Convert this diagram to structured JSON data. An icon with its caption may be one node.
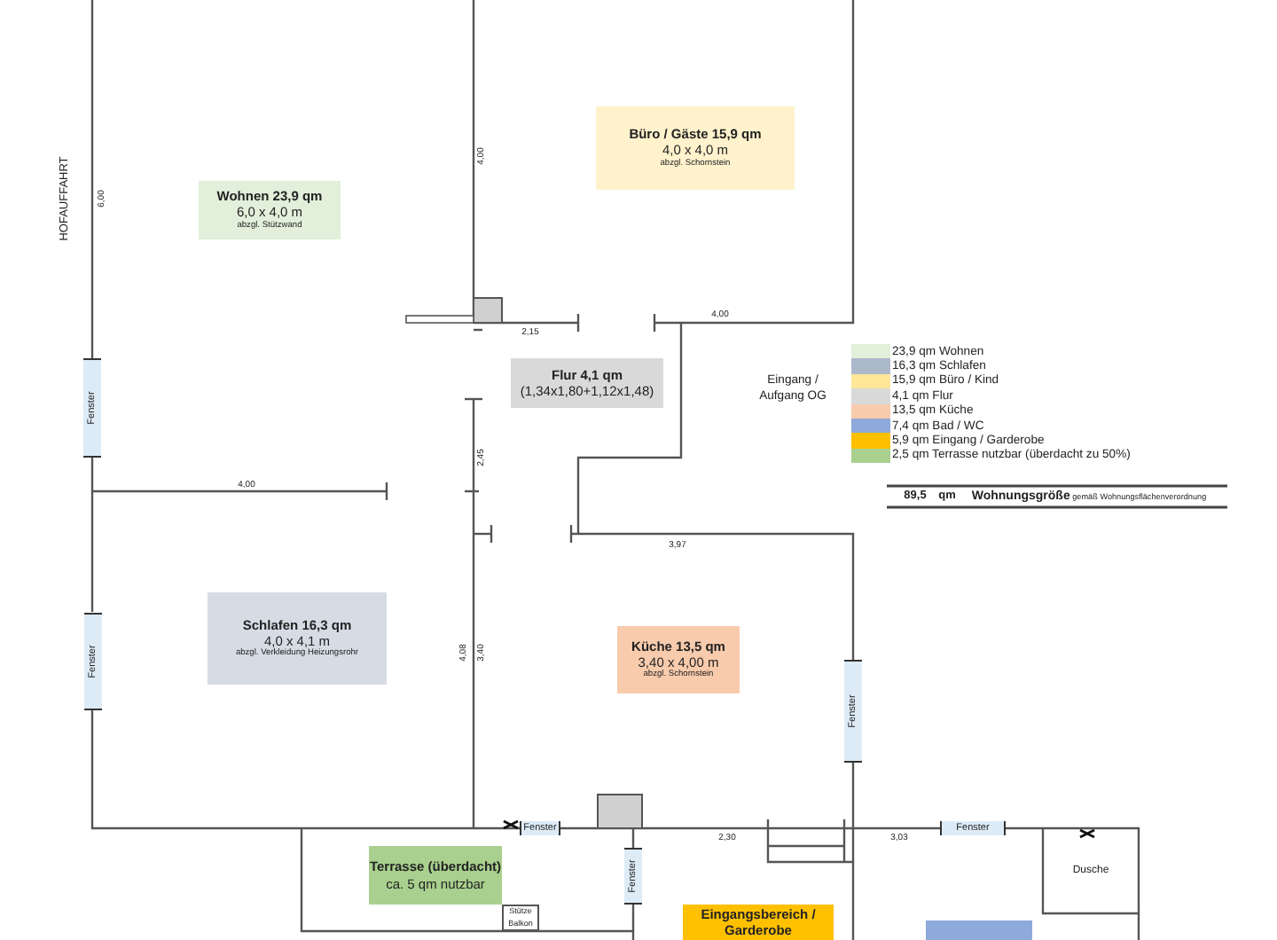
{
  "diagram": {
    "nodes": [
      {
        "text": [
          "Büro / Gäste 15,9 qm",
          "4,0 x 4,0 m",
          "abzgl. Schornstein"
        ]
      },
      {
        "text": [
          "Wohnen 23,9 qm",
          "6,0 x 4,0 m",
          "abzgl. Stützwand"
        ]
      },
      {
        "text": [
          "Fenster"
        ]
      },
      {
        "text": [
          "Flur 4,1 qm",
          "(1,34x1,80+1,12x1,48)"
        ]
      },
      {
        "text": [
          "Schlafen 16,3 qm",
          "4,0 x 4,1 m",
          "abzgl. Verkleidung Heizungsrohr"
        ]
      },
      {
        "text": [
          "Fenster"
        ]
      },
      {
        "text": [
          "Küche 13,5 qm",
          "3,40 x 4,00 m",
          "abzgl. Schornstein"
        ]
      },
      {
        "text": [
          "Fenster"
        ]
      },
      {
        "text": [
          "Fenster"
        ]
      },
      {
        "text": [
          "Fenster"
        ]
      },
      {
        "text": [
          "Terrasse (überdacht)",
          "ca. 5 qm nutzbar"
        ]
      },
      {
        "text": [
          "Dusche"
        ]
      },
      {
        "text": [
          "Fenster"
        ]
      },
      {
        "text": [
          "Stütze Balkon"
        ]
      },
      {
        "text": [
          "Eingangsbereich / Garderobe"
        ]
      },
      {
        "text": [],
        "shape": "box"
      }
    ],
    "labels": [
      "HOFAUFFAHRT",
      "6,00",
      "4,00",
      "2,15",
      "4,00",
      "Eingang / Aufgang OG",
      "2,45",
      "4,00",
      "3,97",
      "4,08",
      "3,40",
      "2,30",
      "3,03",
      "89,5",
      "qm",
      "**Wohnungsgröße** gemäß Wohnungsflächenverordnung"
    ],
    "legend": [
      {
        "text": "23,9 qm Wohnen",
        "color": "#e2efda"
      },
      {
        "text": "16,3 qm Schlafen",
        "color": "#acb9ca"
      },
      {
        "text": "15,9 qm Büro / Kind",
        "color": "#ffe699"
      },
      {
        "text": "4,1 qm Flur",
        "color": "#d9d9d9"
      },
      {
        "text": "13,5 qm Küche",
        "color": "#f8cbad"
      },
      {
        "text": "7,4 qm Bad / WC",
        "color": "#8ea9db"
      },
      {
        "text": "5,9 qm Eingang / Garderobe",
        "color": "#ffc000"
      },
      {
        "text": "2,5 qm Terrasse nutzbar (überdacht zu 50%)",
        "color": "#a9d08e"
      }
    ]
  }
}
